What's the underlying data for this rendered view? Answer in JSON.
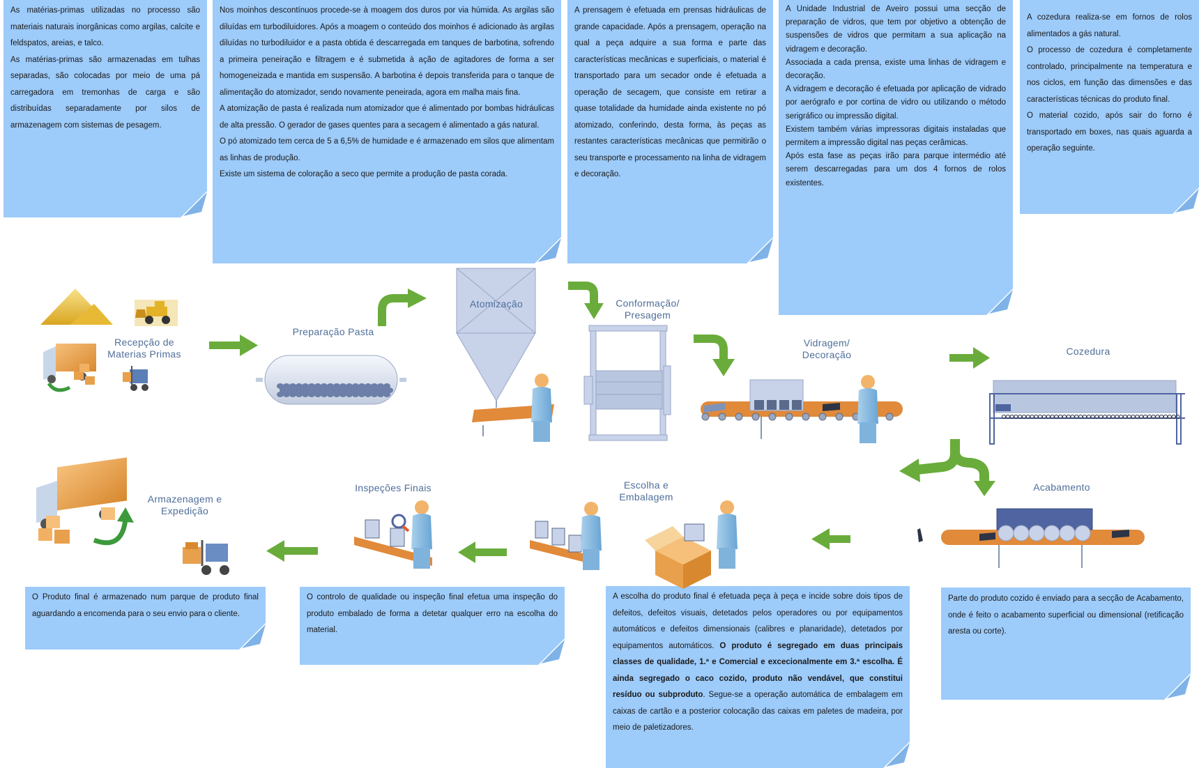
{
  "colors": {
    "note": "#9dcbfa",
    "arrow": "#6aac3b",
    "label": "#4f6e9a",
    "belt": "#e08a3a",
    "equipment": "#c0cde6"
  },
  "notes": {
    "rececao": [
      "As matérias-primas utilizadas no processo são materiais naturais inorgânicas como argilas, calcite e feldspatos, areias, e talco.",
      "As matérias-primas são armazenadas em tulhas separadas, são colocadas por meio de uma pá carregadora em tremonhas de carga e são distribuídas separadamente por silos de armazenagem com sistemas de pesagem."
    ],
    "preparacao": [
      "Nos moinhos descontínuos procede-se à moagem dos duros por via húmida. As argilas são diluídas em turbodiluidores. Após a moagem o conteúdo dos moinhos é adicionado às argilas diluídas no turbodiluidor e a pasta obtida é descarregada em tanques de barbotina, sofrendo a primeira peneiração e filtragem e é submetida à ação de agitadores de forma a ser homogeneizada e mantida em suspensão. A barbotina é depois transferida para o tanque de alimentação do atomizador, sendo novamente peneirada, agora em malha mais fina.",
      "A atomização de pasta é realizada num atomizador que é alimentado por bombas hidráulicas de alta pressão. O gerador de gases quentes para a secagem é alimentado a gás natural.",
      "O pó atomizado tem cerca de 5 a 6,5% de humidade e é armazenado em silos que alimentam as linhas de produção.",
      "Existe um sistema de coloração a seco que permite a produção de pasta corada."
    ],
    "prensagem": [
      "A prensagem é efetuada em prensas hidráulicas de grande capacidade. Após a prensagem, operação na qual a peça adquire a sua forma e parte das características mecânicas e superficiais, o material é transportado para um secador onde é efetuada a operação de secagem, que consiste em retirar a quase totalidade da humidade ainda existente no pó atomizado, conferindo, desta forma, às peças as restantes características mecânicas que permitirão o seu transporte e processamento na linha de vidragem e decoração."
    ],
    "vidragem": [
      "A Unidade Industrial de Aveiro possui uma secção de preparação de vidros, que  tem por objetivo a obtenção de suspensões de vidros que permitam a sua aplicação na vidragem e decoração.",
      "Associada a cada prensa, existe uma linhas de vidragem e decoração.",
      "A vidragem e decoração é efetuada por aplicação de vidrado por aerógrafo  e por cortina de vidro ou utilizando o método serigráfico ou impressão digital.",
      "Existem também várias impressoras digitais instaladas que permitem a impressão digital nas peças cerâmicas.",
      "Após esta fase as peças irão para parque intermédio até serem descarregadas para um dos 4 fornos de rolos existentes."
    ],
    "cozedura": [
      "A cozedura realiza-se em fornos de rolos alimentados a gás natural.",
      "O processo de cozedura é completamente controlado, principalmente na temperatura e nos ciclos, em função das dimensões e das características técnicas do produto final.",
      "O material cozido, após sair do forno é transportado em boxes, nas quais aguarda a operação seguinte."
    ],
    "armazenagem": [
      "O Produto final é armazenado num parque de produto final aguardando a encomenda para o seu envio para o cliente."
    ],
    "inspecoes": [
      "O controlo de qualidade ou inspeção final efetua uma inspeção do produto embalado de forma a detetar qualquer erro na escolha do material."
    ],
    "escolha": {
      "part1": "A escolha do produto final é efetuada peça à peça e incide sobre dois tipos de defeitos, defeitos visuais, detetados pelos operadores ou por equipamentos automáticos e defeitos dimensionais (calibres e planaridade), detetados por equipamentos automáticos. ",
      "bold": "O produto é segregado em duas principais classes de qualidade, 1.ª e Comercial e excecionalmente em 3.ª escolha. É ainda segregado o caco cozido, produto não vendável, que constitui resíduo ou subproduto",
      "part2": ". Segue-se a operação automática de embalagem em caixas de cartão e a posterior colocação das caixas em paletes de madeira, por meio de paletizadores."
    },
    "acabamento": [
      "Parte do produto cozido é enviado para a secção de Acabamento, onde é feito o acabamento superficial ou dimensional (retificação aresta ou corte)."
    ]
  },
  "labels": {
    "rececao": [
      "Recepção de",
      "Materias Primas"
    ],
    "preparacao": [
      "Preparação Pasta"
    ],
    "atomizacao": [
      "Atomização"
    ],
    "conformacao": [
      "Conformação/",
      "Presagem"
    ],
    "vidragem": [
      "Vidragem/",
      "Decoração"
    ],
    "cozedura": [
      "Cozedura"
    ],
    "acabamento": [
      "Acabamento"
    ],
    "escolha": [
      "Escolha e",
      "Embalagem"
    ],
    "inspecoes": [
      "Inspeções Finais"
    ],
    "armazenagem": [
      "Armazenagem e",
      "Expedição"
    ]
  }
}
